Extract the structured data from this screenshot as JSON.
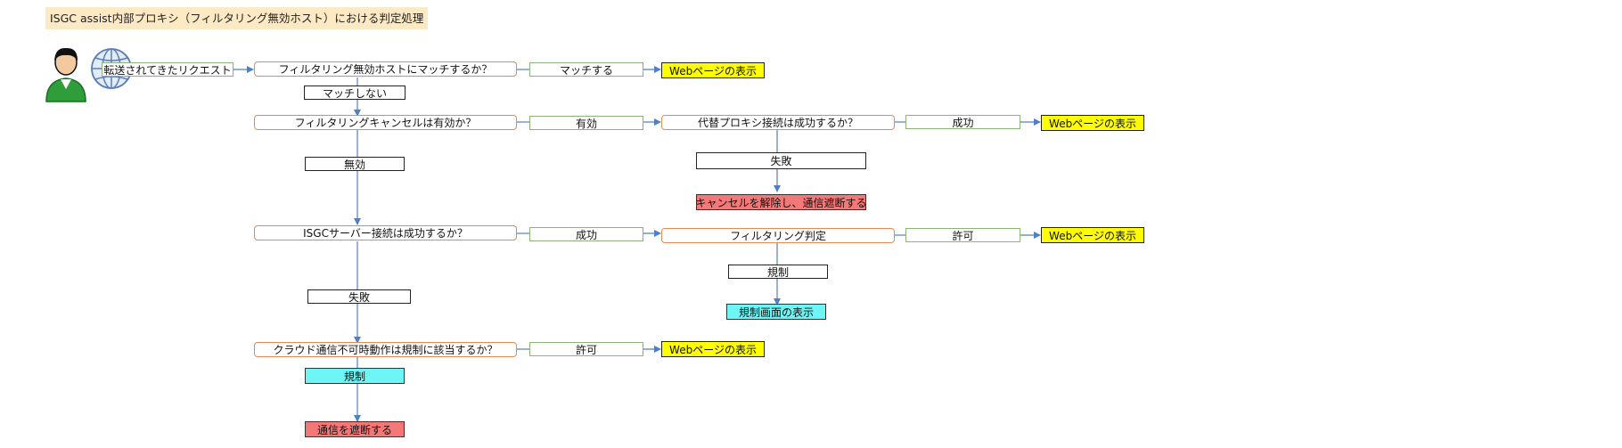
{
  "title": "ISGC assist内部プロキシ（フィルタリング無効ホスト）における判定処理",
  "icons": {
    "user": "user-icon",
    "globe": "globe-icon"
  },
  "colors": {
    "question_border": "#e2895c",
    "answer_border": "#8cb47a",
    "web_page": "#ffff00",
    "block": "#f47878",
    "restriction": "#6ef6f6",
    "arrow": "#4f7fc6",
    "title_bg": "#fde9c4"
  },
  "nodes": {
    "request": "転送されてきたリクエスト",
    "q1": "フィルタリング無効ホストにマッチするか？",
    "a1_yes": "マッチする",
    "r1": "Webページの表示",
    "a1_no": "マッチしない",
    "q2": "フィルタリングキャンセルは有効か？",
    "a2_yes": "有効",
    "q3": "代替プロキシ接続は成功するか？",
    "a3_yes": "成功",
    "r3": "Webページの表示",
    "a3_no": "失敗",
    "r3_fail": "キャンセルを解除し、通信遮断する",
    "a2_no": "無効",
    "q4": "ISGCサーバー接続は成功するか？",
    "a4_yes": "成功",
    "q5": "フィルタリング判定",
    "a5_allow": "許可",
    "r5": "Webページの表示",
    "a5_block": "規制",
    "r5_block": "規制画面の表示",
    "a4_no": "失敗",
    "q6": "クラウド通信不可時動作は規制に該当するか？",
    "a6_allow": "許可",
    "r6": "Webページの表示",
    "a6_block": "規制",
    "r6_block": "通信を遮断する"
  }
}
